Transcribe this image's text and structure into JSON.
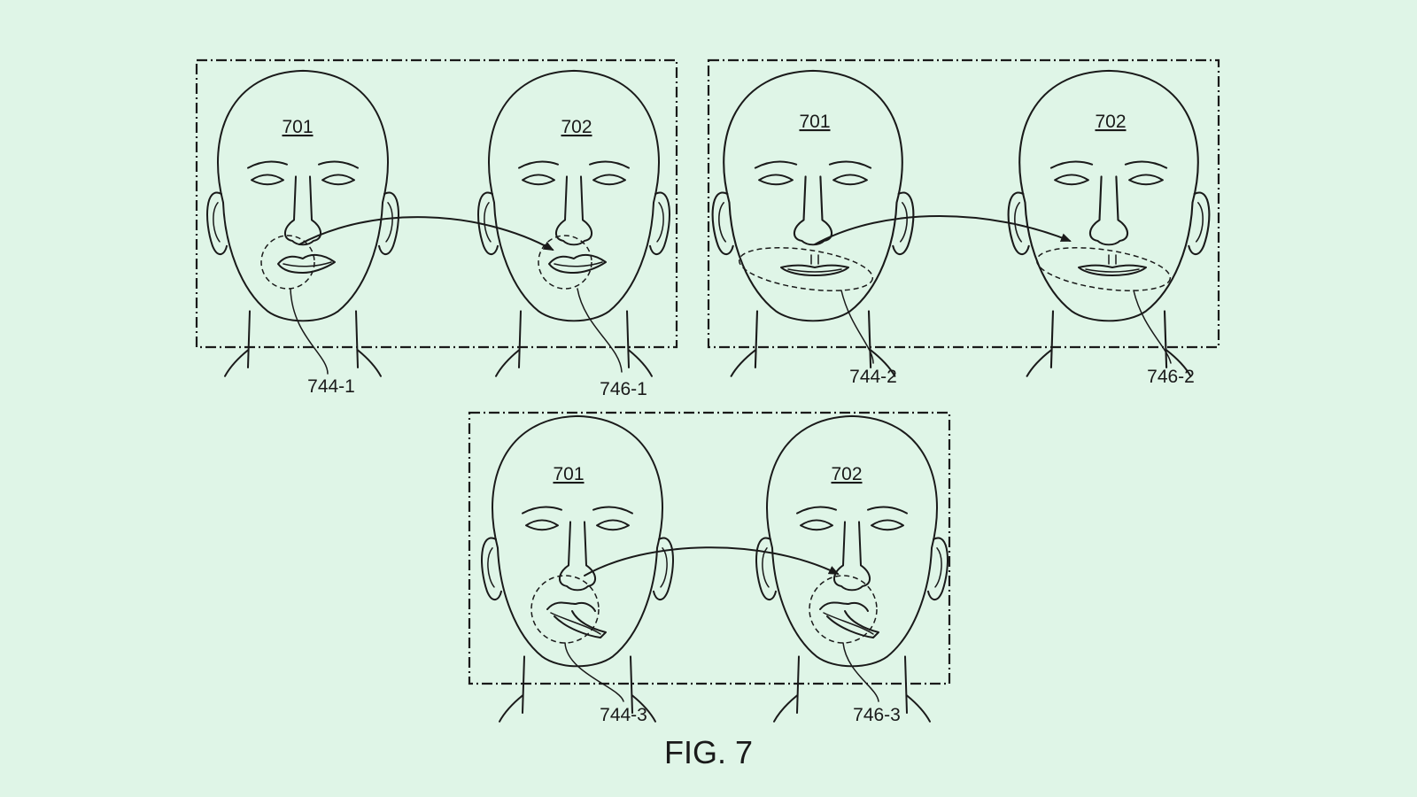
{
  "figure": {
    "title": "FIG. 7",
    "panels": [
      {
        "source_face_label": "701",
        "target_face_label": "702",
        "source_region_label": "744-1",
        "target_region_label": "746-1",
        "expression": "pout"
      },
      {
        "source_face_label": "701",
        "target_face_label": "702",
        "source_region_label": "744-2",
        "target_region_label": "746-2",
        "expression": "smile"
      },
      {
        "source_face_label": "701",
        "target_face_label": "702",
        "source_region_label": "744-3",
        "target_region_label": "746-3",
        "expression": "smirk"
      }
    ]
  },
  "colors": {
    "background": "#dff5e7",
    "line": "#1a1a1a"
  }
}
